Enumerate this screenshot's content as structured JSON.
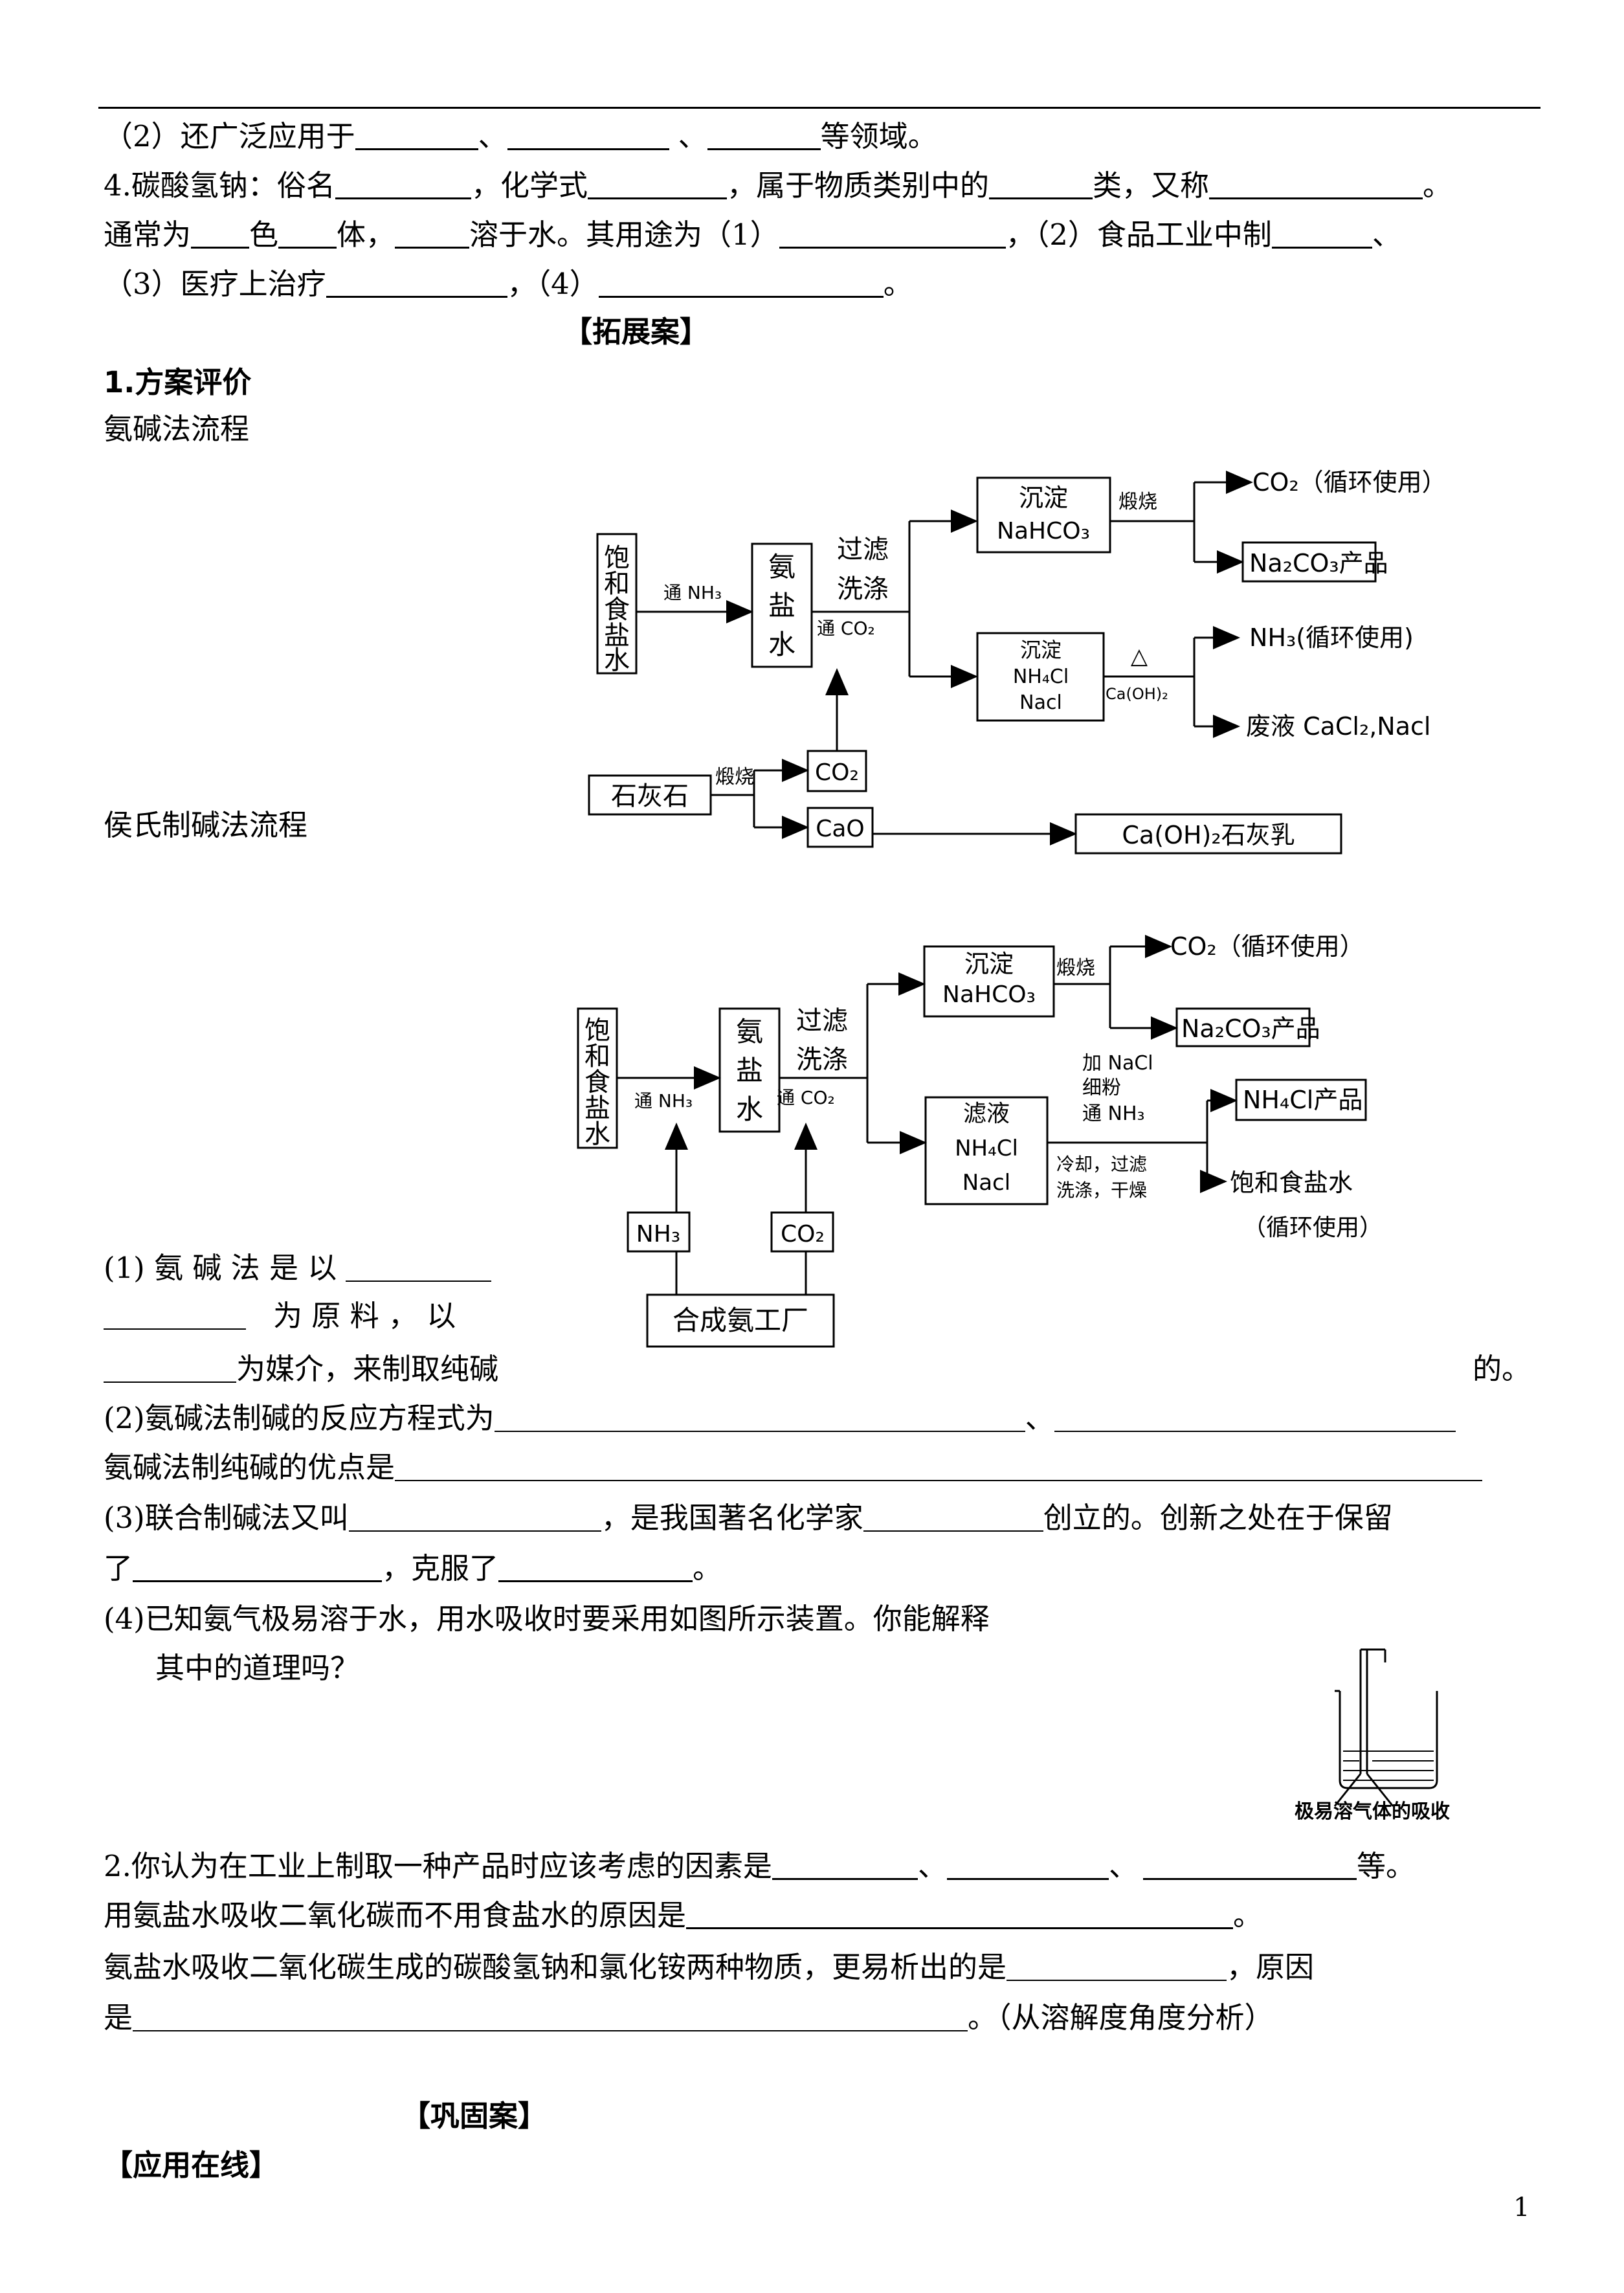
{
  "q2": {
    "a": "（2）还广泛应用于",
    "b": "、",
    "c": "、",
    "d": "等领域。"
  },
  "q4": {
    "l1": {
      "a": "4.碳酸氢钠：俗名",
      "b": "，化学式",
      "c": "，属于物质类别中的",
      "d": "类，又称",
      "e": "。"
    },
    "l2": {
      "a": "通常为",
      "b": "色",
      "c": "体，",
      "d": "溶于水。其用途为（1）",
      "e": "，（2）食品工业中制",
      "f": "、"
    },
    "l3": {
      "a": "（3）医疗上治疗",
      "b": "，（4）",
      "c": "。"
    }
  },
  "section_extend": "【拓展案】",
  "s1_title": "1.方案评价",
  "ammonia_title": "氨碱法流程",
  "hou_title": "侯氏制碱法流程",
  "flow1": {
    "brine": [
      "饱",
      "和",
      "食",
      "盐",
      "水"
    ],
    "nh3_in": "通 NH₃",
    "ammoniated": [
      "氨",
      "盐",
      "水"
    ],
    "filter1": "过滤",
    "filter2": "洗涤",
    "co2_in": "通 CO₂",
    "ppt1": "沉淀",
    "ppt2": "NaHCO₃",
    "calcine": "煅烧",
    "co2_out": "CO₂（循环使用）",
    "na2co3": "Na₂CO₃产品",
    "ppt3": "沉淀",
    "ppt4": "NH₄Cl",
    "ppt5": "Nacl",
    "delta": "△",
    "caoh": "Ca(OH)₂",
    "nh3_out": "NH₃(循环使用)",
    "waste": "废液 CaCl₂,Nacl",
    "limestone": "石灰石",
    "calcine2": "煅烧",
    "co2_box": "CO₂",
    "cao_box": "CaO",
    "milk": "Ca(OH)₂石灰乳"
  },
  "flow2": {
    "brine": [
      "饱",
      "和",
      "食",
      "盐",
      "水"
    ],
    "nh3_in": "通 NH₃",
    "ammoniated": [
      "氨",
      "盐",
      "水"
    ],
    "filter1": "过滤",
    "filter2": "洗涤",
    "co2_in": "通 CO₂",
    "ppt1": "沉淀",
    "ppt2": "NaHCO₃",
    "calcine": "煅烧",
    "co2_out": "CO₂（循环使用）",
    "na2co3": "Na₂CO₃产品",
    "filtrate1": "滤液",
    "filtrate2": "NH₄Cl",
    "filtrate3": "Nacl",
    "add1": "加 NaCl",
    "add2": "细粉",
    "add3": "通 NH₃",
    "cool1": "冷却，过滤",
    "cool2": "洗涤，干燥",
    "nh4cl": "NH₄Cl产品",
    "brine_out": "饱和食盐水",
    "recycle": "（循环使用）",
    "nh3_box": "NH₃",
    "co2_box": "CO₂",
    "plant": "合成氨工厂"
  },
  "p1": {
    "a": "(1) 氨 碱 法 是 以",
    "b": "为 原 料 ， 以",
    "c": "为媒介，来制取纯碱",
    "d": "的。"
  },
  "p2": {
    "a": "(2)氨碱法制碱的反应方程式为",
    "b": "、"
  },
  "p2b": "氨碱法制纯碱的优点是",
  "p3": {
    "a": "(3)联合制碱法又叫",
    "b": "，是我国著名化学家",
    "c": "创立的。创新之处在于保留",
    "d": "了",
    "e": "，克服了",
    "f": "。"
  },
  "p4": {
    "a": "(4)已知氨气极易溶于水，用水吸收时要采用如图所示装置。你能解释",
    "b": "其中的道理吗？"
  },
  "absorb_caption": "极易溶气体的吸收",
  "q2b": {
    "a": "2.你认为在工业上制取一种产品时应该考虑的因素是",
    "b": "、",
    "c": "、",
    "d": "等。"
  },
  "q2c": {
    "a": "用氨盐水吸收二氧化碳而不用食盐水的原因是",
    "b": "。"
  },
  "q2d": {
    "a": "氨盐水吸收二氧化碳生成的碳酸氢钠和氯化铵两种物质，更易析出的是",
    "b": "，原因"
  },
  "q2e": {
    "a": "是",
    "b": "。（从溶解度角度分析）"
  },
  "section_consolidate": "【巩固案】",
  "section_apply": "【应用在线】",
  "page_number": "1"
}
